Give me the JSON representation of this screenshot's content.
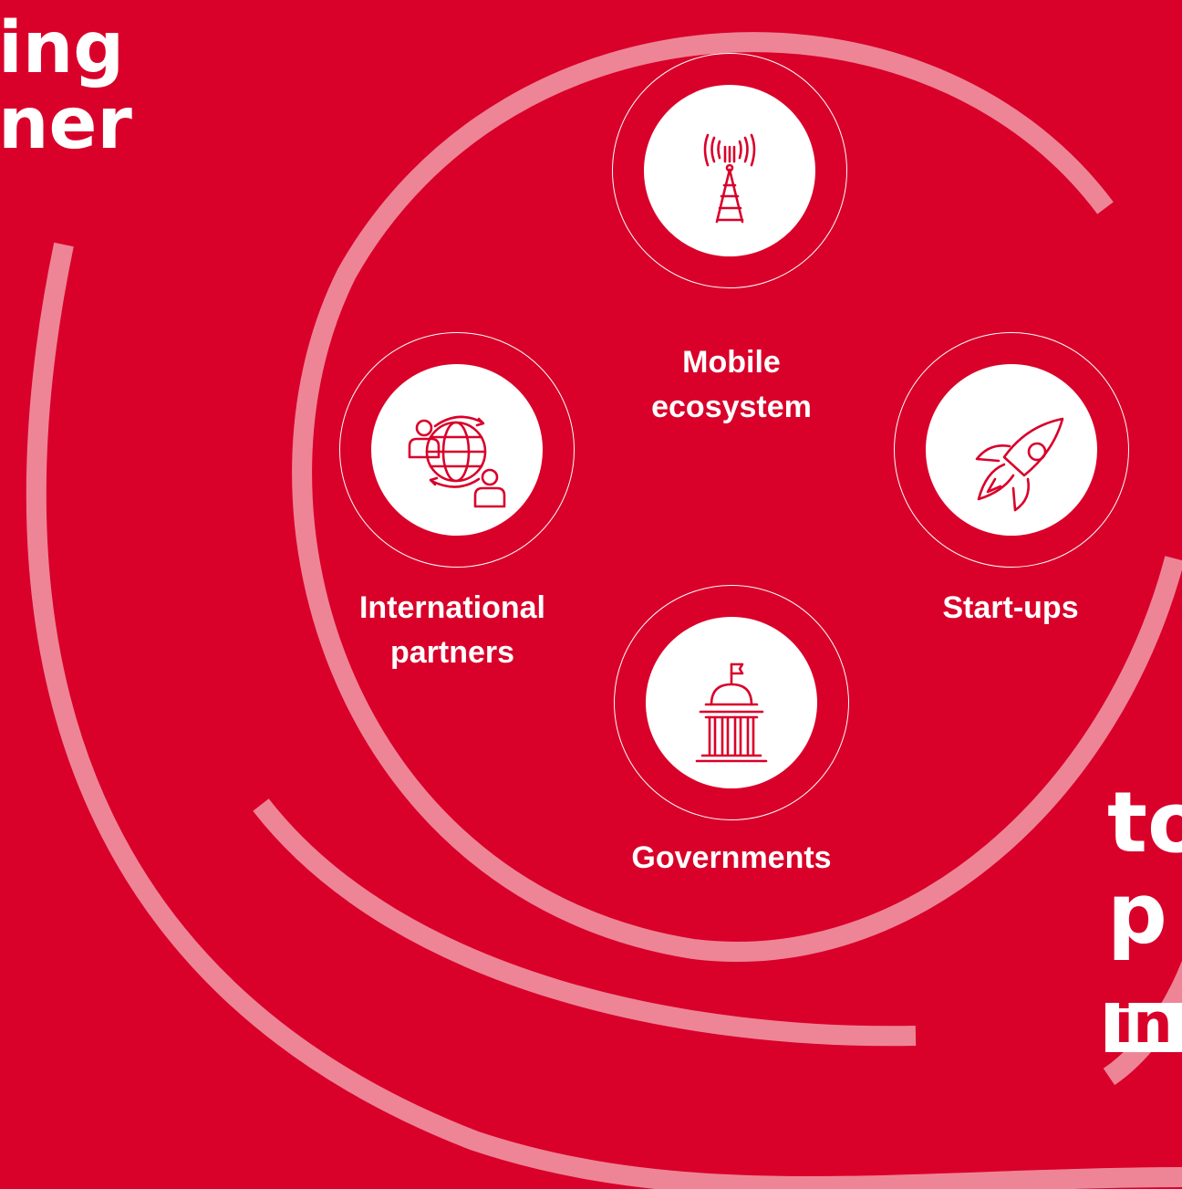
{
  "heading_left": {
    "line1": "ing",
    "line2": "ner"
  },
  "heading_right": {
    "line1": "to",
    "line2": "p",
    "line3": "in"
  },
  "nodes": {
    "mobile": {
      "line1": "Mobile",
      "line2": "ecosystem",
      "icon": "cell-tower-icon"
    },
    "international": {
      "line1": "International",
      "line2": "partners",
      "icon": "global-network-icon"
    },
    "startups": {
      "line1": "Start-ups",
      "icon": "rocket-icon"
    },
    "governments": {
      "line1": "Governments",
      "icon": "government-building-icon"
    }
  },
  "colors": {
    "background": "#d9002a",
    "arc": "#ee8596",
    "icon": "#d9002a",
    "text": "#ffffff"
  }
}
